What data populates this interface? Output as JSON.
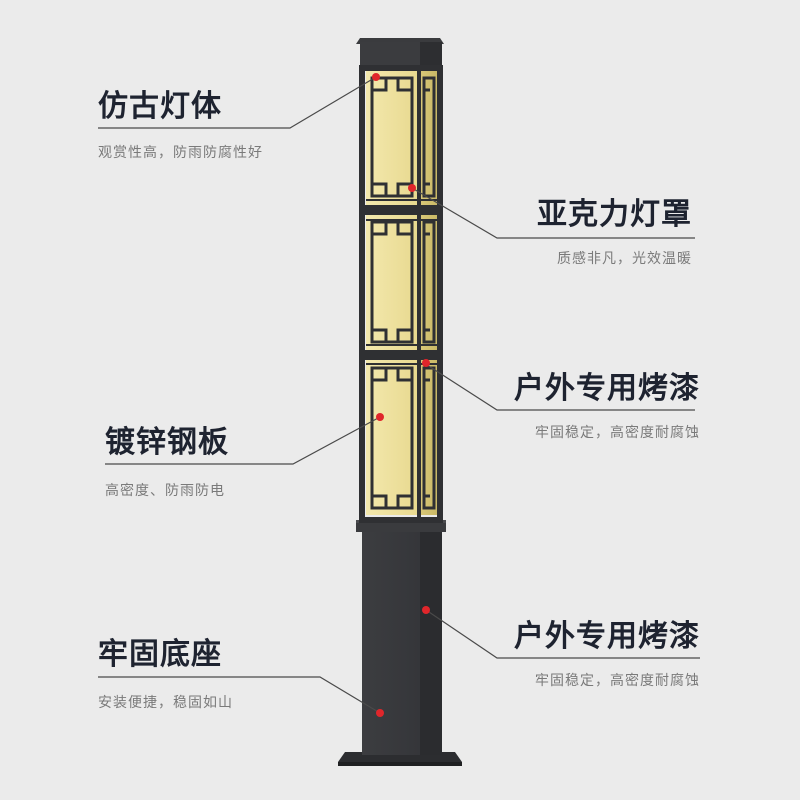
{
  "features": [
    {
      "id": "antique-body",
      "title": "仿古灯体",
      "subtitle": "观赏性高，防雨防腐性好"
    },
    {
      "id": "acrylic-shade",
      "title": "亚克力灯罩",
      "subtitle": "质感非凡，光效温暖"
    },
    {
      "id": "outdoor-paint-upper",
      "title": "户外专用烤漆",
      "subtitle": "牢固稳定，高密度耐腐蚀"
    },
    {
      "id": "galvanized-steel",
      "title": "镀锌钢板",
      "subtitle": "高密度、防雨防电"
    },
    {
      "id": "sturdy-base",
      "title": "牢固底座",
      "subtitle": "安装便捷，稳固如山"
    },
    {
      "id": "outdoor-paint-lower",
      "title": "户外专用烤漆",
      "subtitle": "牢固稳定，高密度耐腐蚀"
    }
  ],
  "colors": {
    "background": "#ebebeb",
    "pole": "#3b3c3f",
    "pole_dark": "#2a2b2d",
    "shade_glow": "#efe3a4",
    "frame": "#2f3033",
    "marker": "#e0262b",
    "leader_line": "#4a4a4a"
  }
}
